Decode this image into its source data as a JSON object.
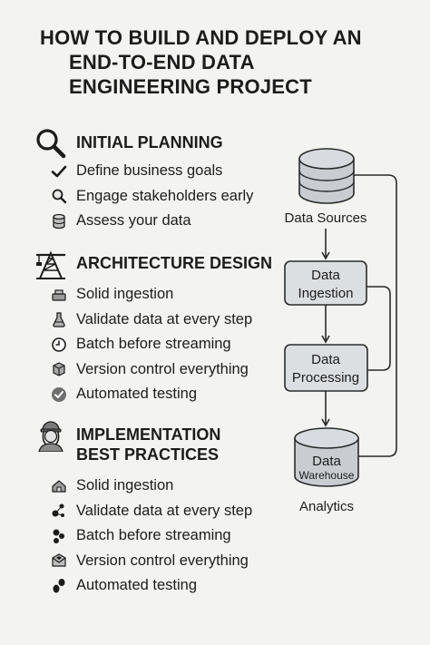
{
  "title": {
    "line1": "HOW TO BUILD AND DEPLOY AN",
    "line2": "END-TO-END DATA",
    "line3": "ENGINEERING PROJECT"
  },
  "sections": [
    {
      "heading_lines": [
        "INITIAL PLANNING"
      ],
      "icon": "magnifier-icon",
      "items": [
        {
          "label": "Define business goals",
          "icon": "checkmark-icon"
        },
        {
          "label": "Engage stakeholders early",
          "icon": "search-icon"
        },
        {
          "label": "Assess your data",
          "icon": "database-icon"
        }
      ]
    },
    {
      "heading_lines": [
        "ARCHITECTURE DESIGN"
      ],
      "icon": "crane-icon",
      "items": [
        {
          "label": "Solid ingestion",
          "icon": "ingestion-icon"
        },
        {
          "label": "Validate data at every step",
          "icon": "flask-icon"
        },
        {
          "label": "Batch before streaming",
          "icon": "clock-icon"
        },
        {
          "label": "Version control everything",
          "icon": "box-icon"
        },
        {
          "label": "Automated testing",
          "icon": "check-circle-icon"
        }
      ]
    },
    {
      "heading_lines": [
        "IMPLEMENTATION",
        "BEST PRACTICES"
      ],
      "icon": "engineer-icon",
      "items": [
        {
          "label": "Solid ingestion",
          "icon": "house-icon"
        },
        {
          "label": "Validate data at every step",
          "icon": "nodes-icon"
        },
        {
          "label": "Batch before streaming",
          "icon": "dots-icon"
        },
        {
          "label": "Version control everything",
          "icon": "envelope-icon"
        },
        {
          "label": "Automated testing",
          "icon": "steps-icon"
        }
      ]
    }
  ],
  "diagram": {
    "data_sources": "Data Sources",
    "ingestion_line1": "Data",
    "ingestion_line2": "Ingestion",
    "processing_line1": "Data",
    "processing_line2": "Processing",
    "warehouse_line1": "Data",
    "warehouse_line2": "Warehouse",
    "analytics": "Analytics"
  },
  "colors": {
    "background": "#f3f3f1",
    "text": "#1c1c1c",
    "box_fill": "#dcdfe2",
    "cylinder_fill": "#c9cdd2",
    "line": "#2a2a2a"
  }
}
